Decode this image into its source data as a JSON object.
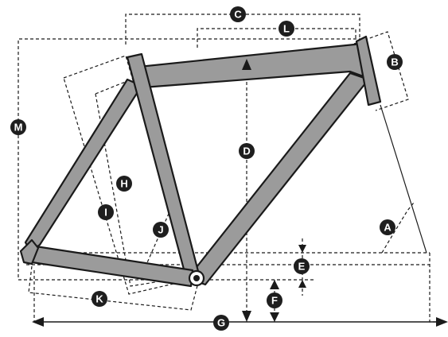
{
  "diagram": {
    "labels": {
      "A": "A",
      "B": "B",
      "C": "C",
      "D": "D",
      "E": "E",
      "F": "F",
      "G": "G",
      "H": "H",
      "I": "I",
      "J": "J",
      "K": "K",
      "L": "L",
      "M": "M"
    },
    "colors": {
      "frame_fill": "#9b9b9b",
      "outline": "#1a1a1a",
      "badge": "#1e1e1e",
      "badge_text": "#ffffff",
      "background": "#ffffff"
    }
  }
}
